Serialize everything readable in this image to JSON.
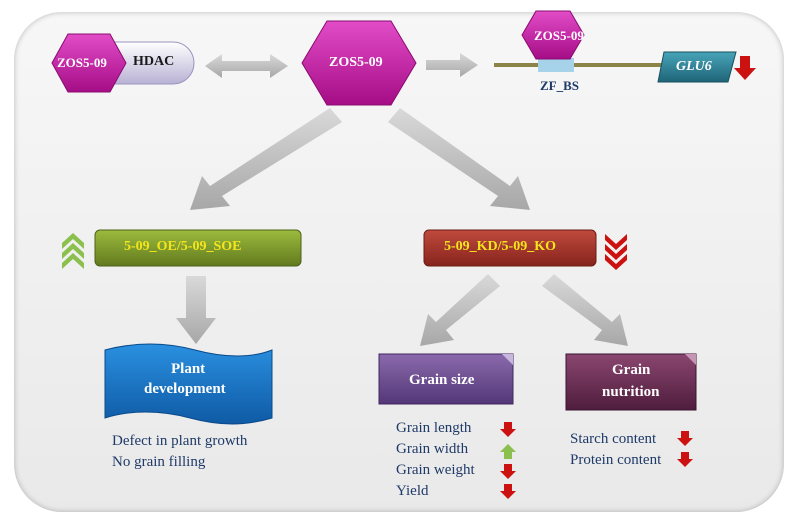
{
  "nodes": {
    "zos_left": "ZOS5-09",
    "hdac": "HDAC",
    "zos_center": "ZOS5-09",
    "zos_gene": "ZOS5-09",
    "zf_bs": "ZF_BS",
    "glu6": "GLU6",
    "oe": "5-09_OE/5-09_SOE",
    "kd": "5-09_KD/5-09_KO",
    "plant_dev_line1": "Plant",
    "plant_dev_line2": "development",
    "grain_size": "Grain size",
    "grain_nut_line1": "Grain",
    "grain_nut_line2": "nutrition"
  },
  "outcomes": {
    "plant": [
      "Defect in plant growth",
      "No grain filling"
    ],
    "grain_size": [
      {
        "label": "Grain length",
        "trend": "down"
      },
      {
        "label": "Grain width",
        "trend": "up"
      },
      {
        "label": "Grain weight",
        "trend": "down"
      },
      {
        "label": "Yield",
        "trend": "down"
      }
    ],
    "nutrition": [
      {
        "label": "Starch content",
        "trend": "down"
      },
      {
        "label": "Protein content",
        "trend": "down"
      }
    ]
  },
  "colors": {
    "magenta": "#c0169f",
    "olive": "#7f9a2c",
    "brick": "#a3332a",
    "purple": "#6a4c8a",
    "plum": "#6b2f55",
    "blue": "#1673c6",
    "teal": "#2a8296",
    "down_arrow": "#cc1111",
    "up_arrow": "#8cc04e"
  }
}
